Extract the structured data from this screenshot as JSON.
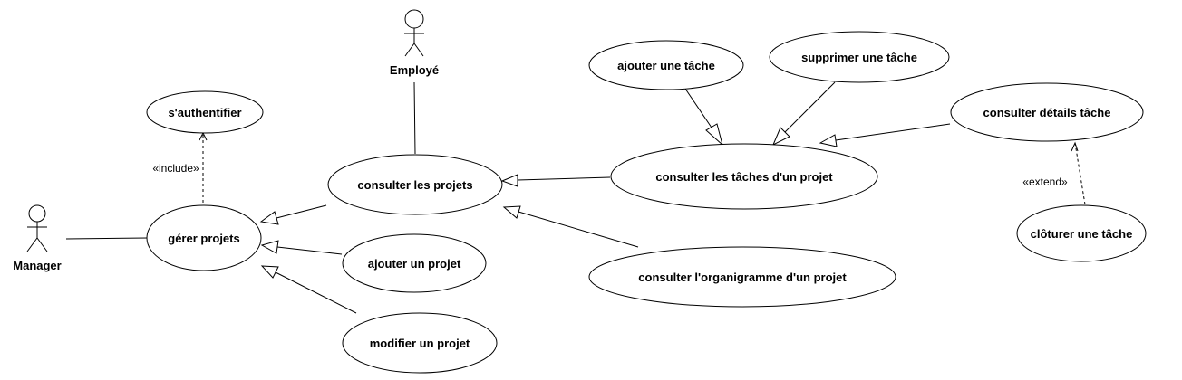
{
  "actors": {
    "employe": "Employé",
    "manager": "Manager"
  },
  "use_cases": {
    "sauthentifier": "s'authentifier",
    "gerer_projets": "gérer projets",
    "consulter_projets": "consulter les projets",
    "ajouter_projet": "ajouter un projet",
    "modifier_projet": "modifier un projet",
    "consulter_taches": "consulter les tâches d'un projet",
    "consulter_organigramme": "consulter l'organigramme d'un projet",
    "ajouter_tache": "ajouter une tâche",
    "supprimer_tache": "supprimer une tâche",
    "consulter_details_tache": "consulter détails tâche",
    "cloturer_tache": "clôturer une tâche"
  },
  "stereotypes": {
    "include": "«include»",
    "extend": "«extend»"
  }
}
